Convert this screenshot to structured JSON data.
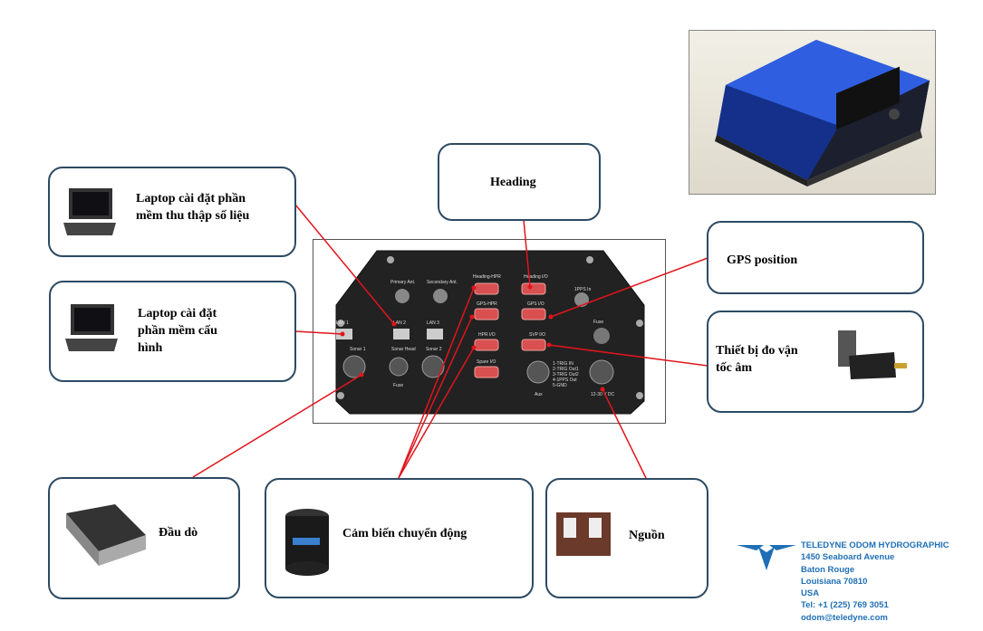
{
  "labels": {
    "laptop_acq": "Laptop cài đặt phần mềm thu thập số liệu",
    "laptop_cfg": "Laptop cài đặt phần mềm cấu hình",
    "heading": "Heading",
    "gps": "GPS position",
    "svp": "Thiết bị đo vận tốc âm",
    "transducer": "Đầu dò",
    "motion": "Cảm biến chuyển động",
    "power": "Nguồn"
  },
  "panel": {
    "ports": {
      "primary_ant": "Primary Ant.",
      "secondary_ant": "Secondary Ant.",
      "heading_hpr": "Heading-HPR",
      "heading_io": "Heading I/O",
      "gps_hpr": "GPS-HPR",
      "gps_io": "GPS I/O",
      "hpr_io": "HPR I/O",
      "svp_io": "SVP I/O",
      "spare_io": "Spare I/O",
      "pps_in": "1PPS In",
      "fuse": "Fuse",
      "lan1": "LAN 1",
      "lan2": "LAN 2",
      "lan3": "LAN 3",
      "sonar1": "Sonar 1",
      "sonar_head": "Sonar Head",
      "sonar2": "Sonar 2",
      "aux": "Aux",
      "fuse2": "Fuse",
      "power_in": "12-30 V DC"
    },
    "aux_pins": [
      "1-TRIG IN",
      "2-TRIG Out1",
      "3-TRIG Out2",
      "4-1PPS Out",
      "5-GND"
    ]
  },
  "company": {
    "name": "TELEDYNE ODOM HYDROGRAPHIC",
    "address1": "1450 Seaboard Avenue",
    "city": "Baton Rouge",
    "state": "Louisiana 70810",
    "country": "USA",
    "tel": "Tel: +1 (225) 769 3051",
    "email": "odom@teledyne.com"
  },
  "colors": {
    "connector_line": "#e0151c",
    "box_border": "#2c4a63",
    "company_blue": "#1f6fb6",
    "device_blue": "#1a3fb0"
  }
}
